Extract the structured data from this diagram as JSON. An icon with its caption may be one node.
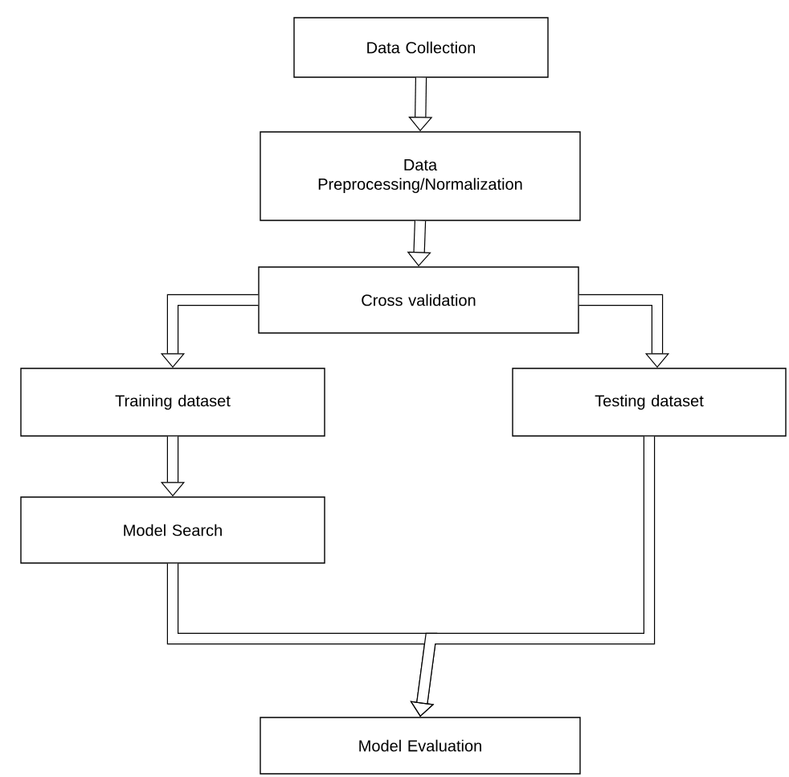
{
  "diagram": {
    "nodes": [
      {
        "text": [
          "Data Collection"
        ]
      },
      {
        "text": [
          "Data Preprocessing/Normalization"
        ]
      },
      {
        "text": [
          "Cross validation"
        ]
      },
      {
        "text": [
          "Training dataset"
        ]
      },
      {
        "text": [
          "Testing dataset"
        ]
      },
      {
        "text": [
          "Model Search"
        ]
      },
      {
        "text": [
          "Model Evaluation"
        ]
      }
    ],
    "edges": [
      {
        "from": 0,
        "to": 1,
        "arrow": "to"
      },
      {
        "from": 1,
        "to": 2,
        "arrow": "to"
      },
      {
        "from": 2,
        "to": 3,
        "arrow": "to"
      },
      {
        "from": 2,
        "to": 4,
        "arrow": "to"
      },
      {
        "from": 3,
        "to": 5,
        "arrow": "to"
      },
      {
        "from": 5,
        "to": 6,
        "arrow": "to"
      },
      {
        "from": 4,
        "to": 6,
        "arrow": "to"
      }
    ]
  }
}
